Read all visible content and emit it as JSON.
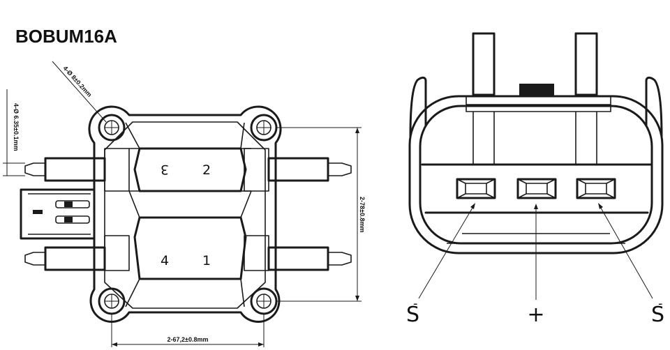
{
  "title": "BOBUM16A",
  "dimensions": {
    "mount_hole": "4-Ø 8±0.2mm",
    "pin_diameter": "4-Ø 6.35±0.1mm",
    "height": "2-78±0.8mm",
    "width": "2-67,2±0.8mm"
  },
  "coil_numbers": {
    "top_left": "3",
    "top_right": "2",
    "bottom_left": "4",
    "bottom_right": "1"
  },
  "connector_pins": {
    "left": "S",
    "left_sup": "-",
    "middle": "+",
    "right": "S",
    "right_sup": "-"
  }
}
